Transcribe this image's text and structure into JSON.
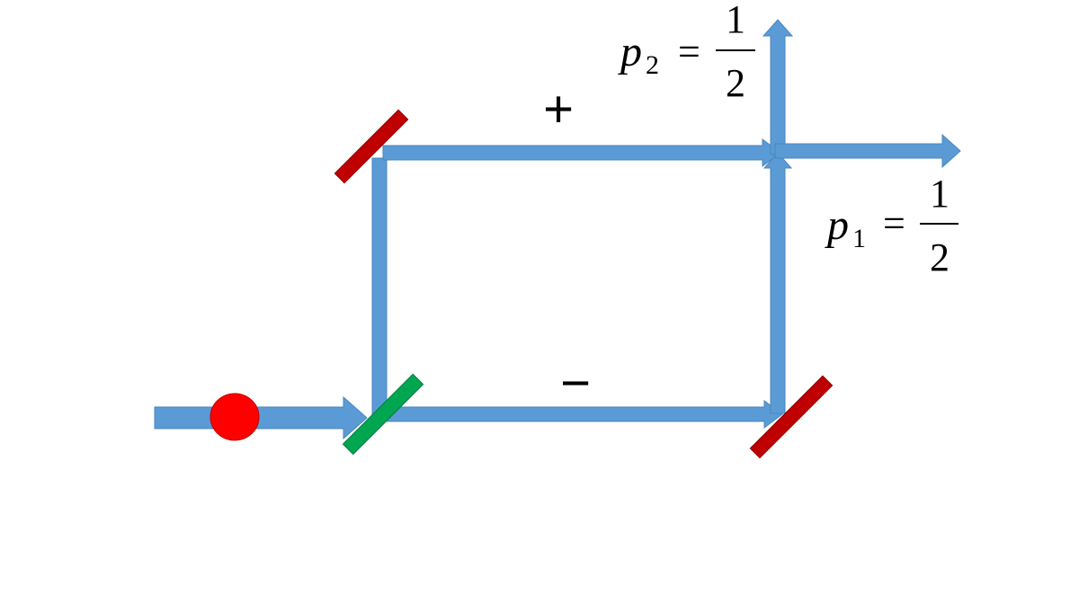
{
  "colors": {
    "beam": "#5B9BD5",
    "beam_edge": "#4A86BE",
    "mirror": "#C00000",
    "beam_splitter": "#00A650",
    "photon": "#FF0000",
    "text": "#000000"
  },
  "labels": {
    "upper_arm_sign": "+",
    "lower_arm_sign": "−"
  },
  "outputs": {
    "p2": {
      "symbol": "p",
      "subscript": "2",
      "equals": "=",
      "numerator": "1",
      "denominator": "2"
    },
    "p1": {
      "symbol": "p",
      "subscript": "1",
      "equals": "=",
      "numerator": "1",
      "denominator": "2"
    }
  }
}
